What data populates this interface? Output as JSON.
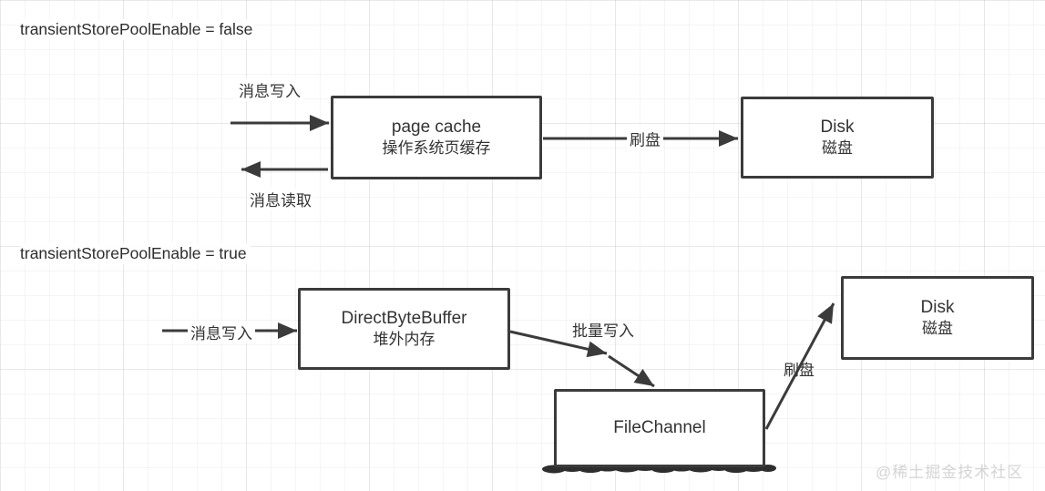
{
  "colors": {
    "stroke": "#3b3b3b",
    "text": "#333333",
    "watermark": "#d4d4d4"
  },
  "section1": {
    "title": "transientStorePoolEnable = false",
    "write_label": "消息写入",
    "read_label": "消息读取",
    "flush_label": "刷盘",
    "pagecache": {
      "line1": "page cache",
      "line2": "操作系统页缓存"
    },
    "disk": {
      "line1": "Disk",
      "line2": "磁盘"
    }
  },
  "section2": {
    "title": "transientStorePoolEnable = true",
    "write_label": "消息写入",
    "batch_label": "批量写入",
    "flush_label": "刷盘",
    "buffer": {
      "line1": "DirectByteBuffer",
      "line2": "堆外内存"
    },
    "filechannel": {
      "line1": "FileChannel"
    },
    "disk": {
      "line1": "Disk",
      "line2": "磁盘"
    }
  },
  "watermark": "@稀土掘金技术社区"
}
